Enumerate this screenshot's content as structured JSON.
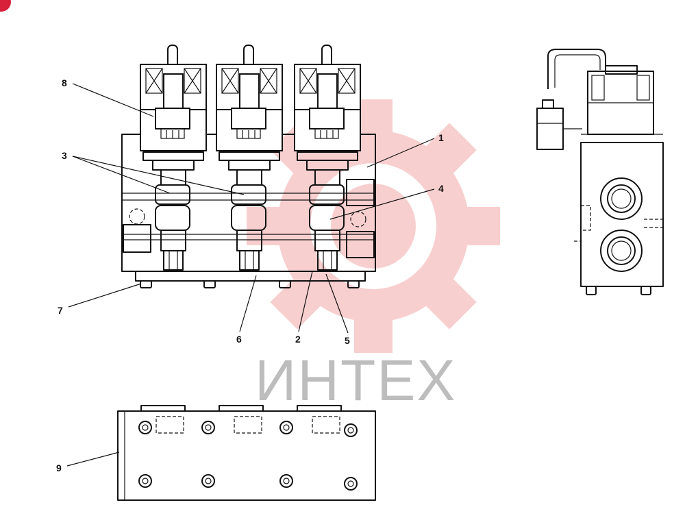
{
  "watermark": {
    "text": "ИНТЕХ",
    "gear_color": "#f7c7c7",
    "text_color": "#bdbdbd"
  },
  "callouts": [
    {
      "id": "c1",
      "label": "1"
    },
    {
      "id": "c2",
      "label": "2"
    },
    {
      "id": "c3",
      "label": "3"
    },
    {
      "id": "c4",
      "label": "4"
    },
    {
      "id": "c5",
      "label": "5"
    },
    {
      "id": "c6",
      "label": "6"
    },
    {
      "id": "c7",
      "label": "7"
    },
    {
      "id": "c8",
      "label": "8"
    },
    {
      "id": "c9",
      "label": "9"
    }
  ],
  "corner_mark_color": "#d9203a"
}
